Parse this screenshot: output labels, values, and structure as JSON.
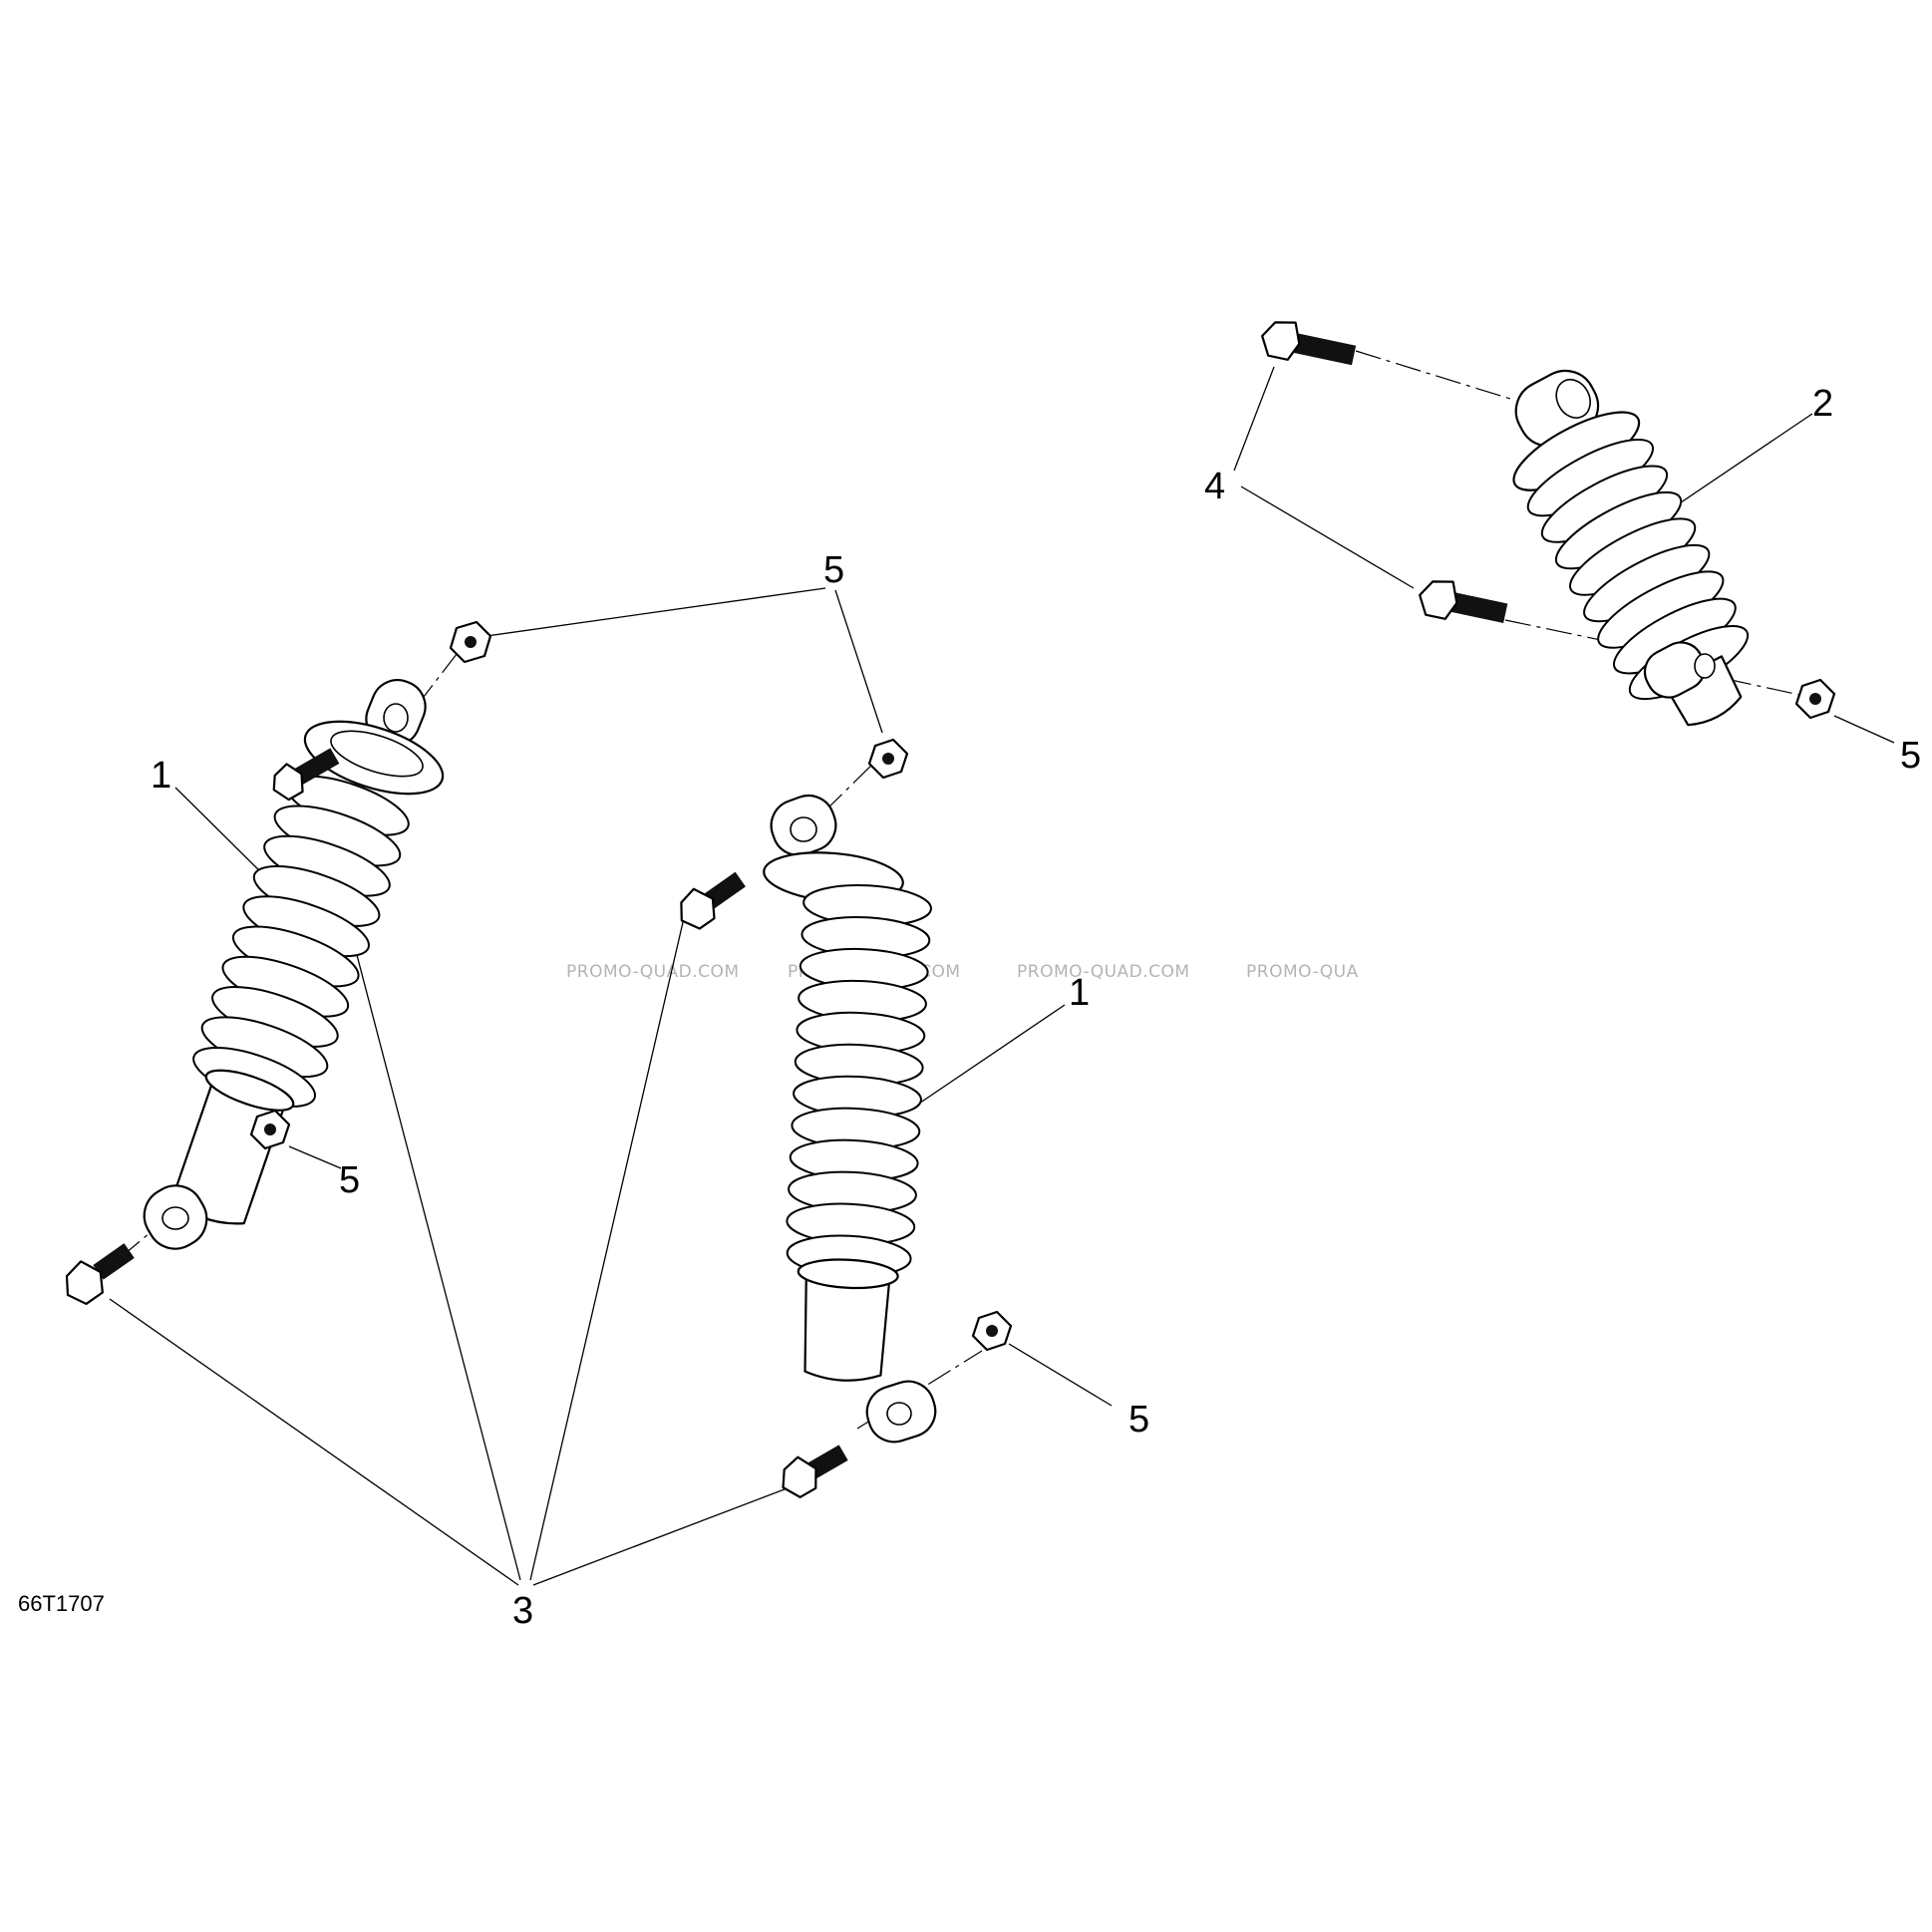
{
  "drawing_number": "66T1707",
  "watermark": [
    "PROMO-QUAD.COM",
    "PROMO-QUAD.COM",
    "PROMO-QUAD.COM",
    "PROMO-QUA"
  ],
  "callouts": {
    "c1_left": "1",
    "c1_middle": "1",
    "c2": "2",
    "c3": "3",
    "c4": "4",
    "c5_top": "5",
    "c5_left": "5",
    "c5_middle": "5",
    "c5_right": "5"
  }
}
